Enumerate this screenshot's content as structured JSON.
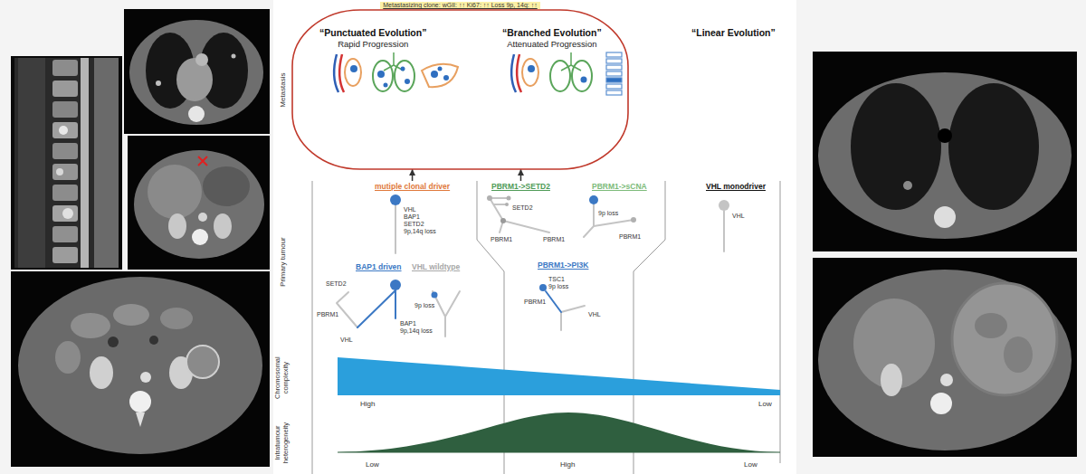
{
  "diagram": {
    "nodes": [
      {
        "text": [
          "Metastasizing clone: wGII: ↑↑ Ki67: ↑↑ Loss 9p, 14q: ↑↑"
        ]
      },
      {
        "text": [
          "“Punctuated Evolution”",
          "Rapid Progression"
        ],
        "in": 0
      },
      {
        "text": [
          "“Branched Evolution”",
          "Attenuated Progression"
        ],
        "in": 0
      },
      {
        "text": [
          "“Linear Evolution”"
        ]
      },
      {
        "text": [
          "mutiple clonal driver"
        ]
      },
      {
        "text": [
          "PBRM1->SETD2"
        ]
      },
      {
        "text": [
          "PBRM1->sCNA"
        ]
      },
      {
        "text": [
          "VHL monodriver"
        ]
      },
      {
        "text": [
          "BAP1 driven"
        ]
      },
      {
        "text": [
          "VHL wildtype"
        ]
      },
      {
        "text": [
          "PBRM1->PI3K"
        ]
      }
    ],
    "edges": [
      {
        "from": 4,
        "to": 0,
        "arrow": "to"
      },
      {
        "from": 5,
        "to": 0,
        "arrow": "to"
      }
    ],
    "labels": [
      "Metastasis",
      "Primary tumour",
      "Chromosomal complexity",
      "Intratumour heterogeneity",
      "VHL",
      "BAP1",
      "SETD2",
      "9p,14q loss",
      "SETD2",
      "PBRM1",
      "PBRM1",
      "9p loss",
      "PBRM1",
      "VHL",
      "SETD2",
      "PBRM1",
      "VHL",
      "BAP1",
      "9p,14q loss",
      "9p loss",
      "TSC1",
      "9p loss",
      "PBRM1",
      "VHL",
      "High",
      "Low",
      "Low",
      "High",
      "Low"
    ]
  }
}
